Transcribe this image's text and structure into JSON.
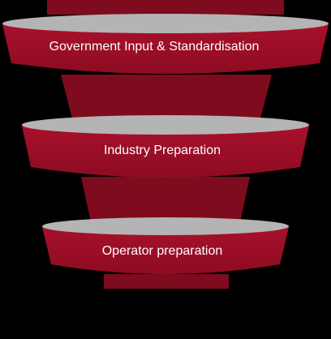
{
  "diagram": {
    "type": "funnel",
    "colors": {
      "background": "#000000",
      "band": "#a8102b",
      "band_shade": "#8d0c22",
      "connector": "#7e0b1e",
      "rim": "#b4b4b4",
      "label": "#ffffff"
    },
    "stages": [
      {
        "label": "Government Input & Standardisation"
      },
      {
        "label": "Industry Preparation"
      },
      {
        "label": "Operator preparation"
      }
    ]
  }
}
